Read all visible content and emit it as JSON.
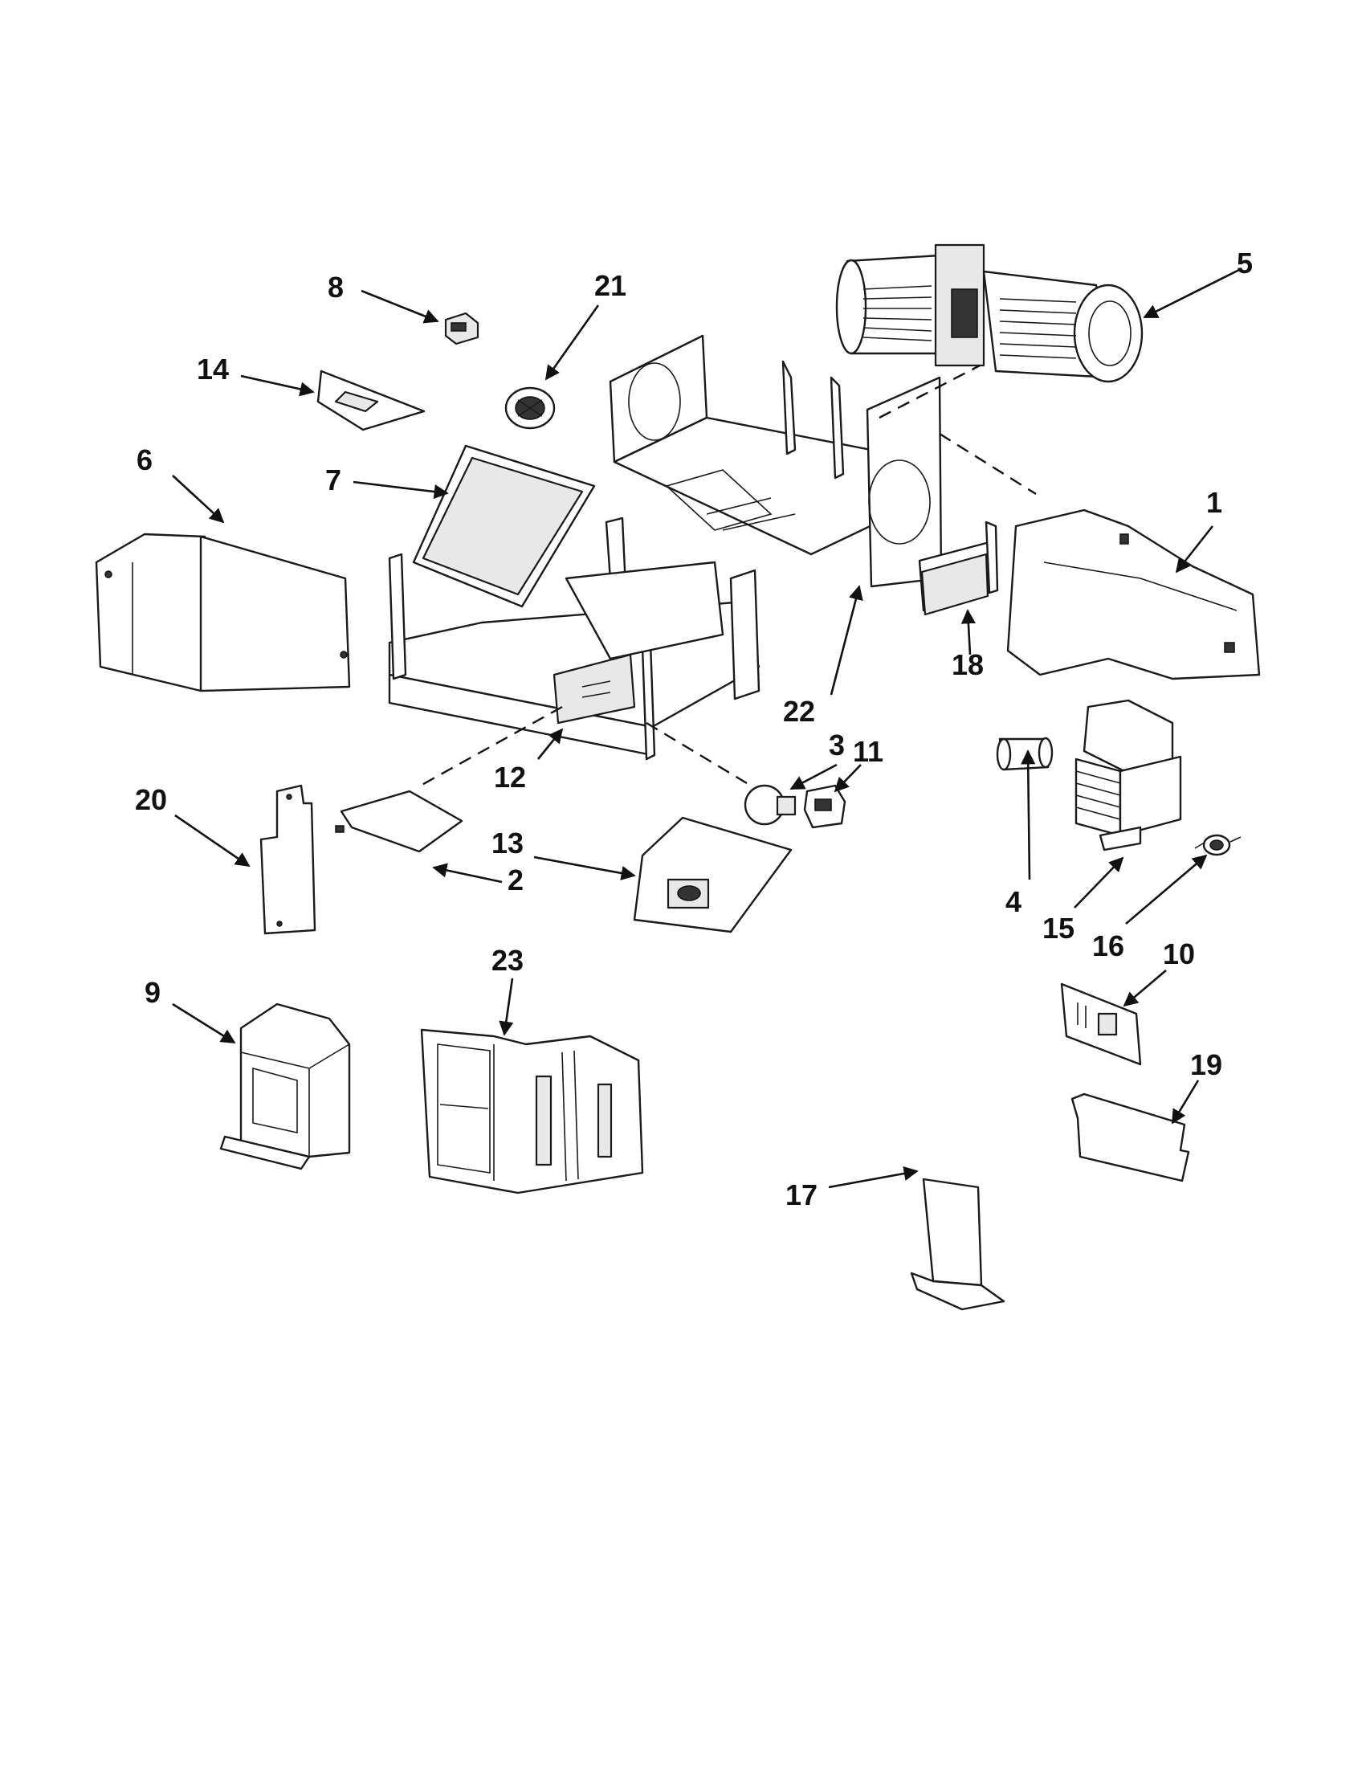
{
  "callouts": [
    "1",
    "2",
    "3",
    "4",
    "5",
    "6",
    "7",
    "8",
    "9",
    "10",
    "11",
    "12",
    "13",
    "14",
    "15",
    "16",
    "17",
    "18",
    "19",
    "20",
    "21",
    "22",
    "23"
  ]
}
